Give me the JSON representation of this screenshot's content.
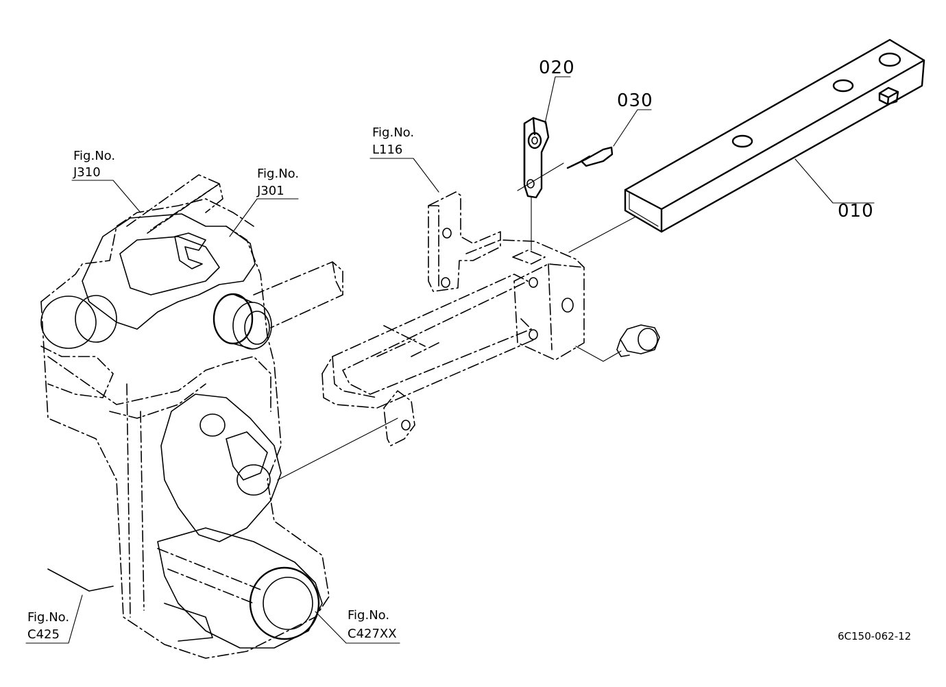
{
  "parts": [
    {
      "number": "010"
    },
    {
      "number": "020"
    },
    {
      "number": "030"
    }
  ],
  "references": [
    {
      "fig": "Fig.No.",
      "code": "J310"
    },
    {
      "fig": "Fig.No.",
      "code": "J301"
    },
    {
      "fig": "Fig.No.",
      "code": "L116"
    },
    {
      "fig": "Fig.No.",
      "code": "C425"
    },
    {
      "fig": "Fig.No.",
      "code": "C427XX"
    }
  ],
  "diagram_code": "6C150-062-12"
}
